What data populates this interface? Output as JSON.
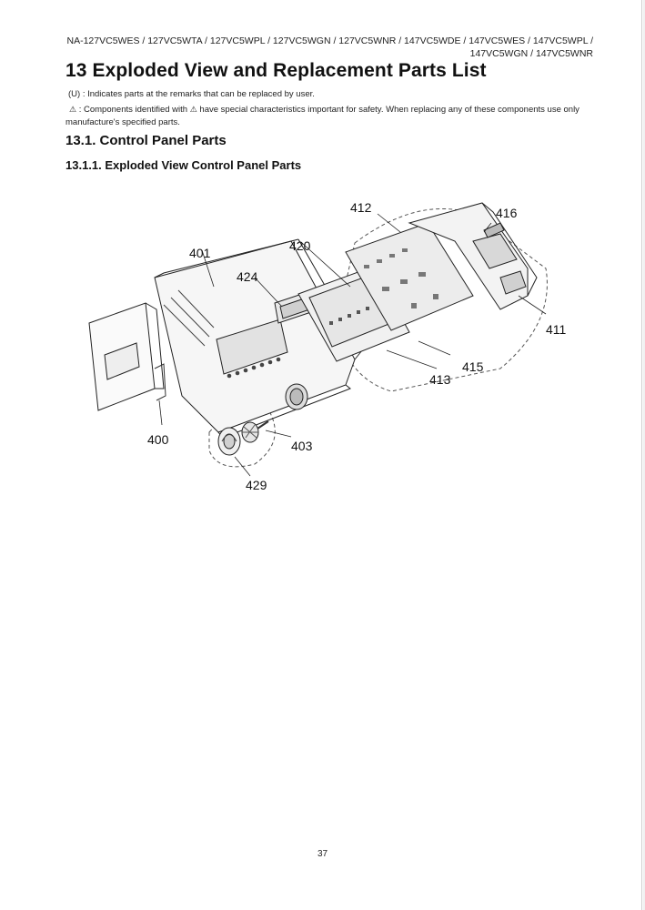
{
  "header": {
    "models_line1": "NA-127VC5WES / 127VC5WTA / 127VC5WPL / 127VC5WGN / 127VC5WNR / 147VC5WDE / 147VC5WES / 147VC5WPL /",
    "models_line2": "147VC5WGN / 147VC5WNR"
  },
  "chapter": {
    "title": "13 Exploded View and Replacement Parts List"
  },
  "notes": {
    "user_replaceable": "(U) : Indicates parts at the remarks that can be replaced by user.",
    "safety_symbol": "⚠",
    "safety_text_a": ": Components identified with",
    "safety_text_b": "have special characteristics important for safety. When replacing any of these components use only manufacture's specified parts."
  },
  "section": {
    "title": "13.1.  Control Panel Parts"
  },
  "subsection": {
    "title": "13.1.1.  Exploded View Control Panel Parts"
  },
  "diagram": {
    "labels": {
      "p400": "400",
      "p401": "401",
      "p403": "403",
      "p411": "411",
      "p412": "412",
      "p413": "413",
      "p415": "415",
      "p416": "416",
      "p420": "420",
      "p424": "424",
      "p429": "429"
    }
  },
  "footer": {
    "page_number": "37"
  }
}
